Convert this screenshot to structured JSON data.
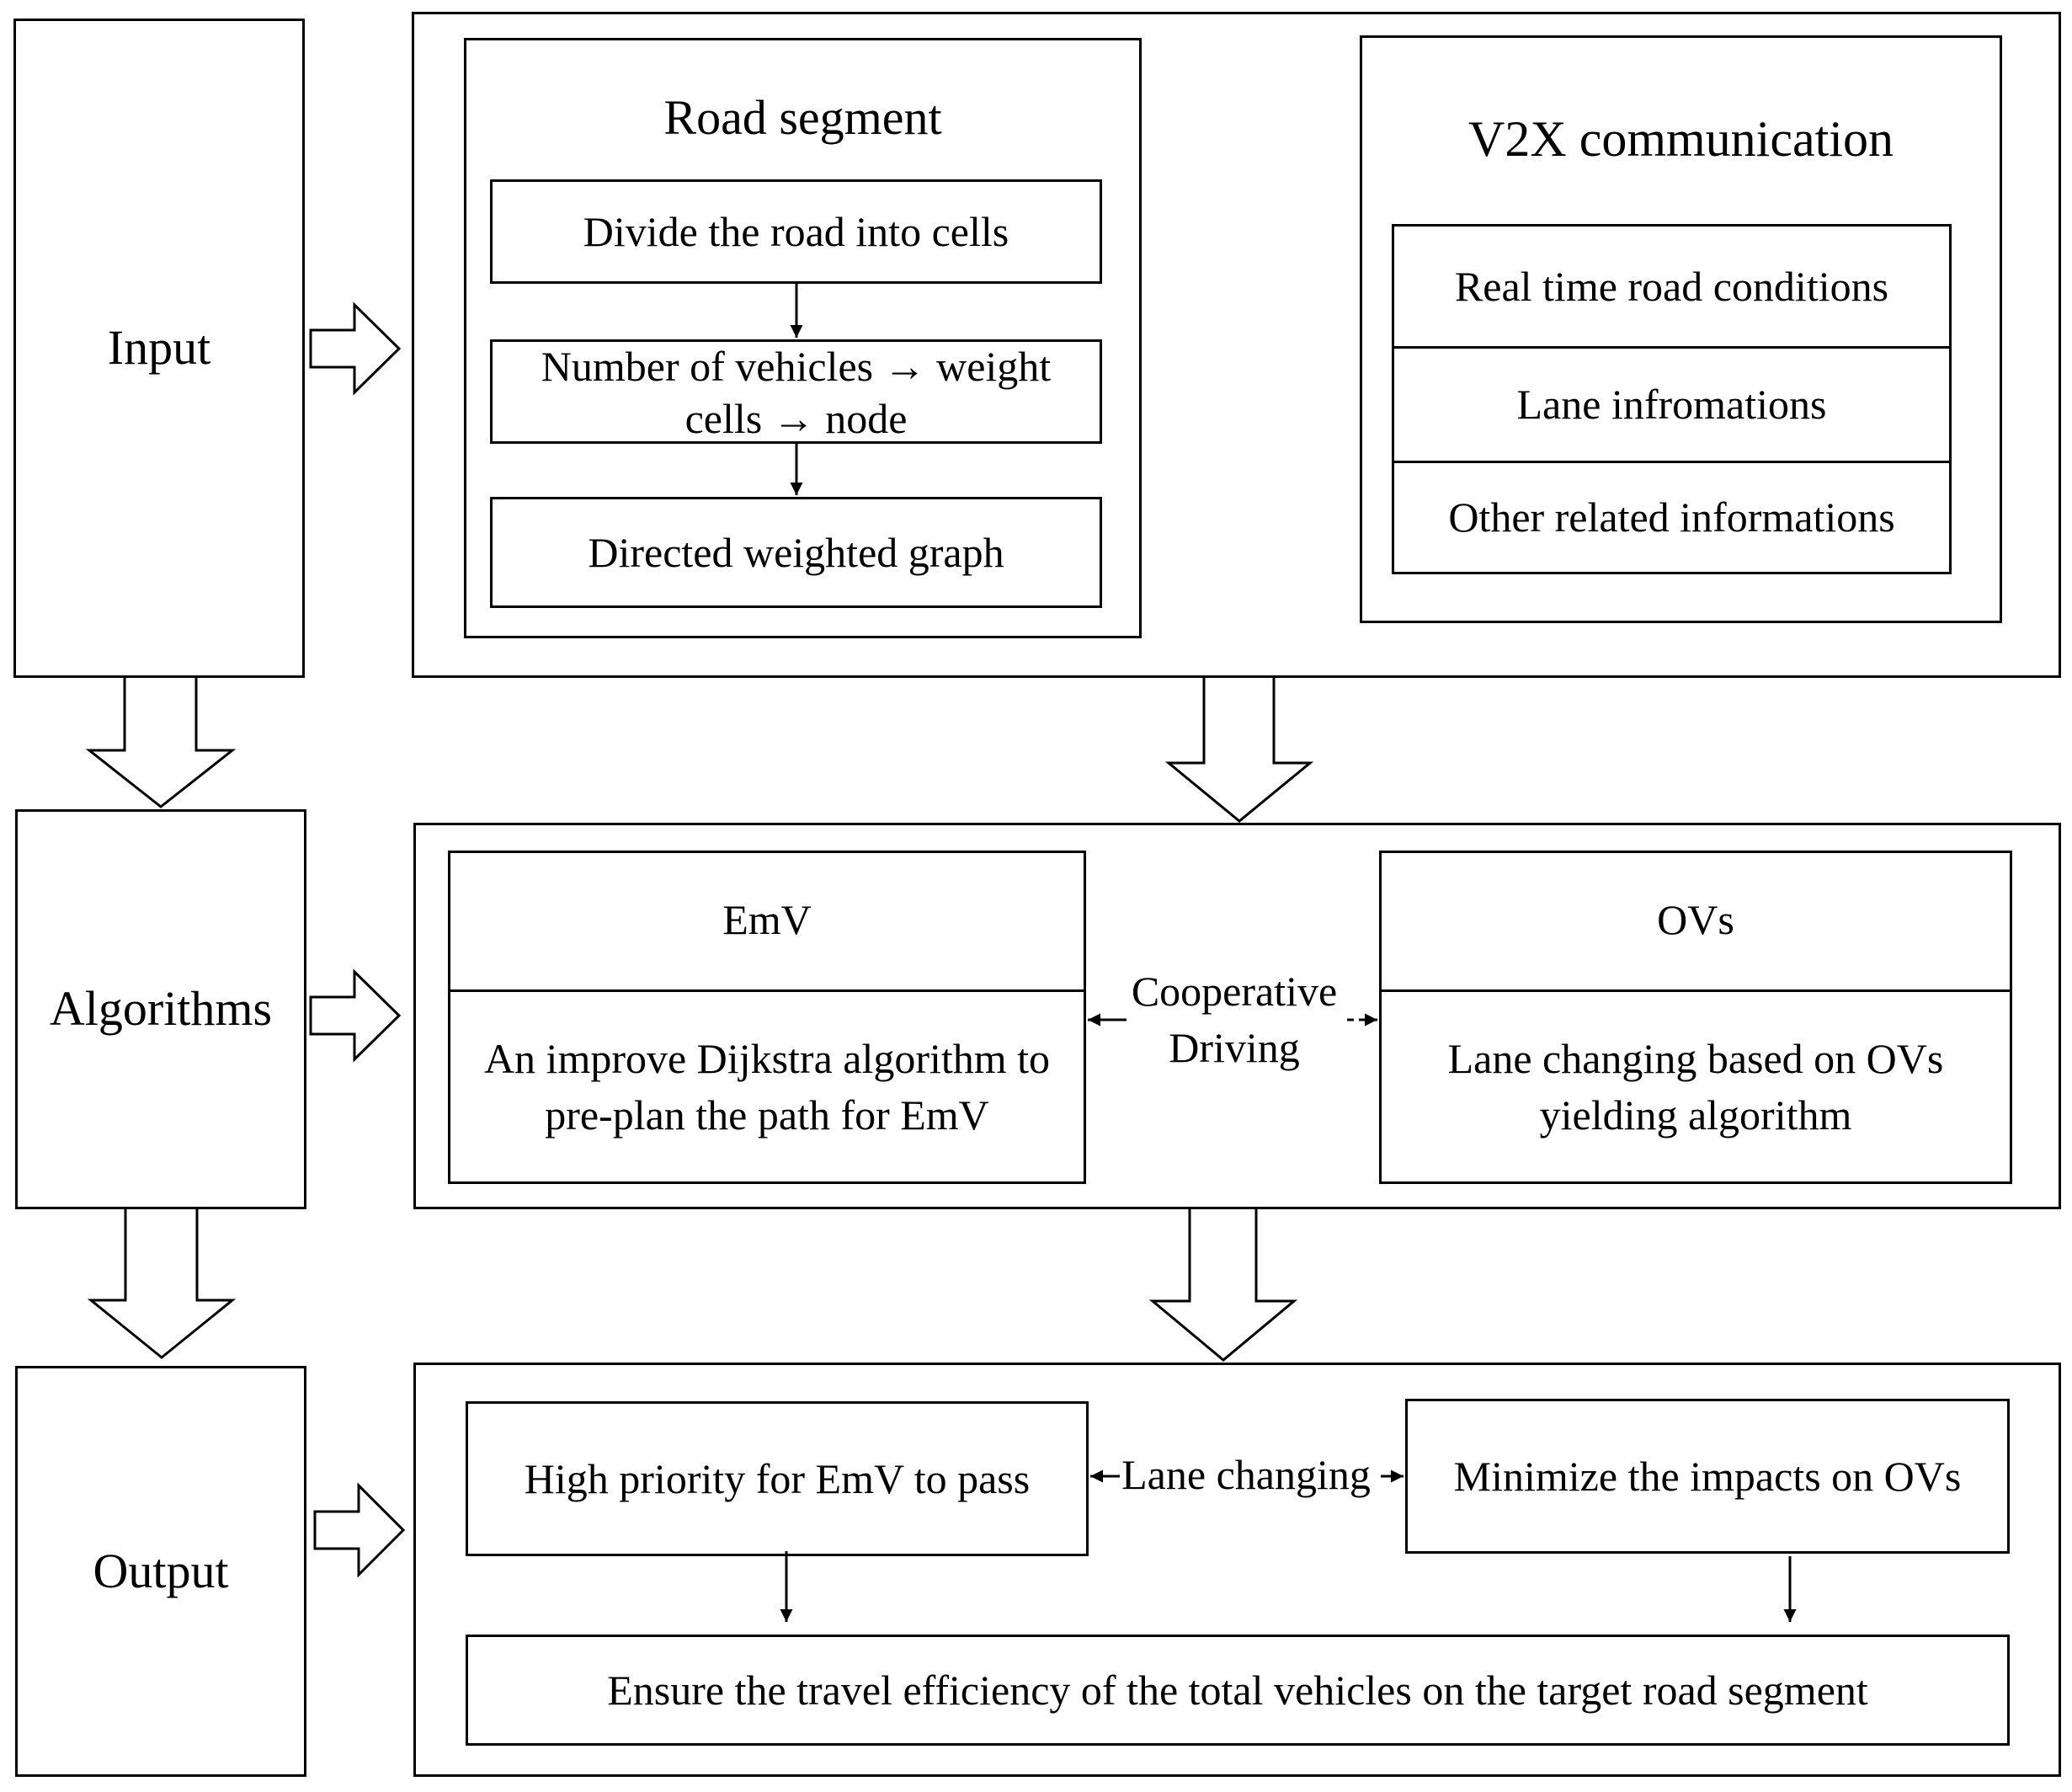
{
  "stages": {
    "input": "Input",
    "algorithms": "Algorithms",
    "output": "Output"
  },
  "input_panel": {
    "road_segment": {
      "title": "Road segment",
      "step1": "Divide the road into cells",
      "step2_line1": "Number of vehicles → weight",
      "step2_line2": "cells → node",
      "step3": "Directed weighted graph"
    },
    "v2x": {
      "title": "V2X communication",
      "items": [
        "Real time road conditions",
        "Lane infromations",
        "Other related informations"
      ]
    }
  },
  "algorithms_panel": {
    "emv": {
      "title": "EmV",
      "desc_line1": "An improve Dijkstra algorithm to",
      "desc_line2": "pre-plan the path for EmV"
    },
    "link_line1": "Cooperative",
    "link_line2": "Driving",
    "ovs": {
      "title": "OVs",
      "desc_line1": "Lane changing based on OVs",
      "desc_line2": "yielding algorithm"
    }
  },
  "output_panel": {
    "left": "High priority for EmV to pass",
    "link": "Lane changing",
    "right": "Minimize the impacts on OVs",
    "bottom": "Ensure the travel efficiency of the total vehicles on the target road segment"
  }
}
